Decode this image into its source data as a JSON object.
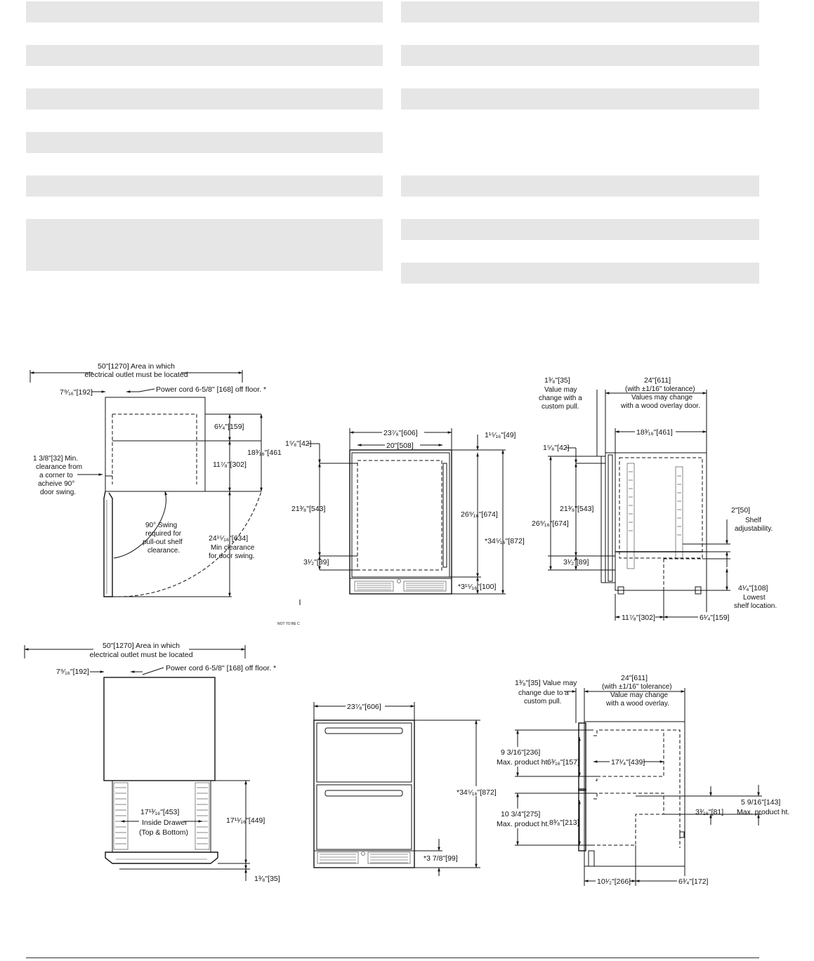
{
  "spec_table_left_rows": [
    "",
    "",
    "",
    "",
    "",
    ""
  ],
  "spec_table_right_rows": [
    "",
    "",
    "",
    "",
    "",
    ""
  ],
  "single_door_top_view": {
    "outlet_dim": "50\"[1270] Area in which",
    "outlet_dim_2": "electrical outlet must be located",
    "cord_offset": "7⁹⁄₁₆\"[192]",
    "power_cord": "Power cord 6-5/8\" [168] off floor. *",
    "dim_upper": "6¹⁄₄\"[159]",
    "dim_lower": "11⁷⁄₈\"[302]",
    "dim_total": "18³⁄₁₆\"[461",
    "corner_note_1": "1 3/8\"[32] Min.",
    "corner_note_2": "clearance from",
    "corner_note_3": "a corner to",
    "corner_note_4": "acheive 90°",
    "corner_note_5": "door swing.",
    "swing_note_1": "90° Swing",
    "swing_note_2": "required for",
    "swing_note_3": "pull-out shelf",
    "swing_note_4": "clearance.",
    "door_swing_dim": "24¹⁵⁄₁₆\"[634]",
    "door_swing_note_1": "Min clearance",
    "door_swing_note_2": "for door swing."
  },
  "single_door_front_view": {
    "width_overall": "23⁷⁄₈\"[606]",
    "width_inner": "20\"[508]",
    "dim_door_top": "1¹⁵⁄₁₆\"[49]",
    "dim_top_gap": "1⁵⁄₈\"[42]",
    "dim_glass": "21³⁄₈\"[543]",
    "dim_door": "26⁹⁄₁₆\"[674]",
    "dim_height": "*34⁵⁄₁₆\"[872]",
    "dim_bottom": "3¹⁄₂\"[89]",
    "dim_toekick": "*3¹⁵⁄₁₆\"[100]",
    "not_to_be": "NOT TO BE C"
  },
  "single_door_side_view": {
    "pull_dim": "1³⁄₈\"[35]",
    "pull_note_1": "Value may",
    "pull_note_2": "change with a",
    "pull_note_3": "custom pull.",
    "depth_dim": "24\"[611]",
    "depth_note_1": "(with ±1/16\" tolerance)",
    "depth_note_2": "Values may change",
    "depth_note_3": "with a wood overlay door.",
    "depth_inner": "18³⁄₁₆\"[461]",
    "dim_top_gap": "1⁵⁄₈\"[42]",
    "dim_glass": "21³⁄₈\"[543]",
    "dim_door": "26⁹⁄₁₆\"[674]",
    "dim_bottom": "3¹⁄₂\"[89]",
    "shelf_dim": "2\"[50]",
    "shelf_note_1": "Shelf",
    "shelf_note_2": "adjustability.",
    "lowest_dim": "4¹⁄₄\"[108]",
    "lowest_note_1": "Lowest",
    "lowest_note_2": "shelf location.",
    "bottom_a": "11⁷⁄₈\"[302]",
    "bottom_b": "6¹⁄₄\"[159]"
  },
  "drawer_top_view": {
    "outlet_dim": "50\"[1270] Area in which",
    "outlet_dim_2": "electrical outlet must be located",
    "cord_offset": "7⁹⁄₁₆\"[192]",
    "power_cord": "Power cord 6-5/8\" [168] off floor. *",
    "inside_dim": "17¹³⁄₁₆\"[453]",
    "inside_note_1": "Inside Drawer",
    "inside_note_2": "(Top & Bottom)",
    "extend_dim": "17¹¹⁄₁₆\"[449]",
    "front_dim": "1³⁄₈\"[35]"
  },
  "drawer_front_view": {
    "width_overall": "23⁷⁄₈\"[606]",
    "dim_height": "*34⁵⁄₁₆\"[872]",
    "dim_toekick": "*3 7/8\"[99]"
  },
  "drawer_side_view": {
    "pull_note_1": "1³⁄₈\"[35] Value may",
    "pull_note_2": "change due to a",
    "pull_note_3": "custom pull.",
    "depth_dim": "24\"[611]",
    "depth_note_1": "(with ±1/16\" tolerance)",
    "depth_note_2": "Value may change",
    "depth_note_3": "with a wood overlay.",
    "top_max_dim": "9 3/16\"[236]",
    "top_max_note": "Max. product ht.",
    "top_inner_dim": "6³⁄₁₆\"[157]",
    "top_depth_dim": "17¹⁄₄\"[439]",
    "right_max_dim": "5 9/16\"[143]",
    "right_max_note": "Max. product ht.",
    "right_small_dim": "3³⁄₁₆\"[81]",
    "bottom_max_dim": "10 3/4\"[275]",
    "bottom_max_note": "Max. product ht.",
    "bottom_inner_dim": "8³⁄₈\"[213]",
    "bottom_a": "10¹⁄₂\"[266]",
    "bottom_b": "6³⁄₄\"[172]"
  }
}
